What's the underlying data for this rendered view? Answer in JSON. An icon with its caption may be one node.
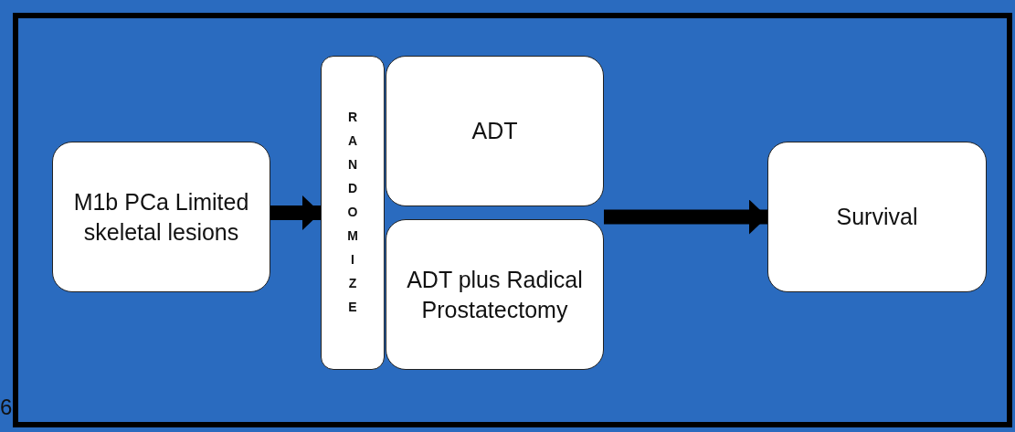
{
  "diagram": {
    "nodes": [
      {
        "text": [
          "M1b PCa Limited skeletal lesions"
        ]
      },
      {
        "text": [
          "RANDOMIZE"
        ]
      },
      {
        "text": [
          "ADT"
        ]
      },
      {
        "text": [
          "ADT plus Radical Prostatectomy"
        ]
      },
      {
        "text": [
          "Survival"
        ]
      }
    ],
    "edges": [
      {
        "from": 0,
        "to": 1,
        "arrow": "to"
      },
      {
        "from": 2,
        "to": 4,
        "arrow": "to"
      },
      {
        "from": 3,
        "to": 4,
        "arrow": "to"
      }
    ],
    "labels": [
      "6"
    ]
  }
}
